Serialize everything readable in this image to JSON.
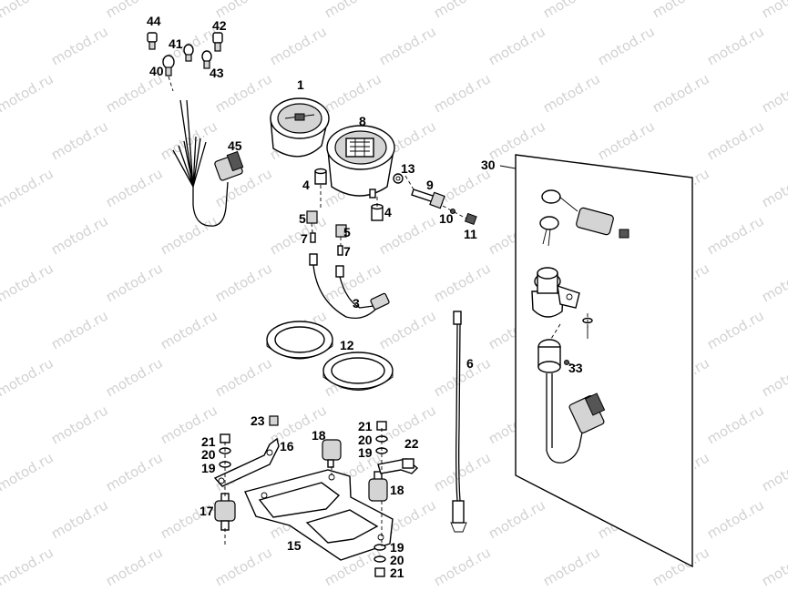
{
  "watermark": "motod.ru",
  "labels": [
    "44",
    "42",
    "41",
    "40",
    "43",
    "1",
    "8",
    "45",
    "13",
    "9",
    "4",
    "4",
    "10",
    "11",
    "30",
    "5",
    "5",
    "7",
    "7",
    "3",
    "12",
    "6",
    "33",
    "23",
    "21",
    "20",
    "19",
    "16",
    "18",
    "21",
    "20",
    "19",
    "22",
    "17",
    "18",
    "15",
    "19",
    "20",
    "21"
  ]
}
